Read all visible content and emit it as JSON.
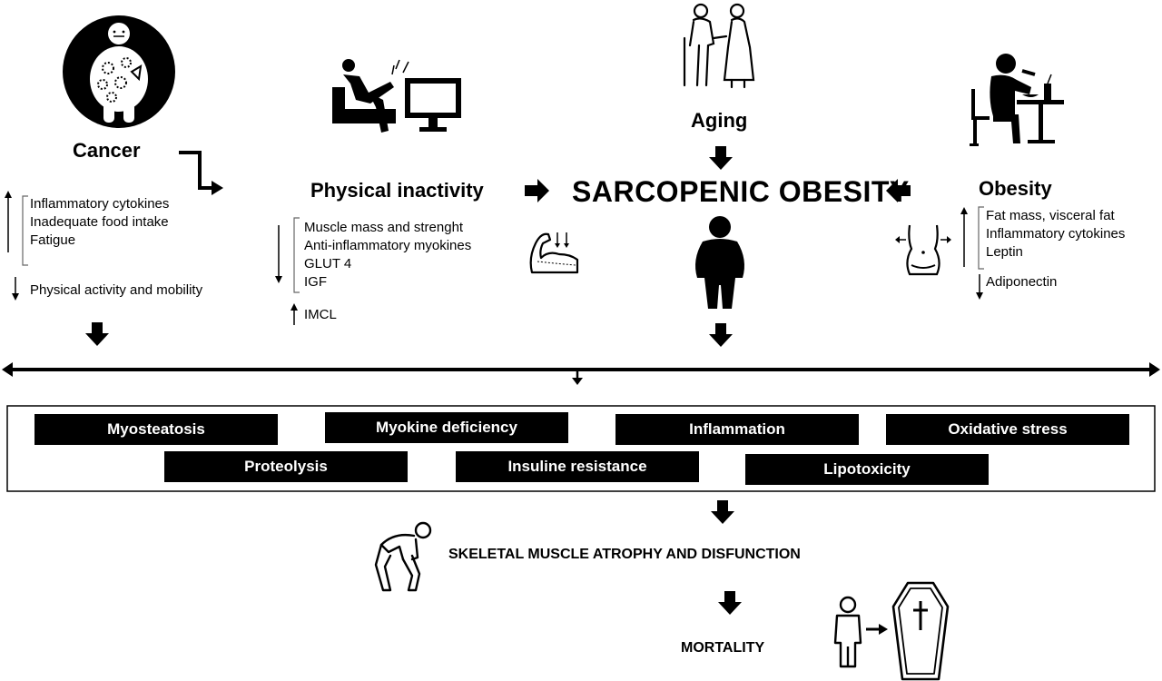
{
  "title": "SARCOPENIC OBESITY",
  "factors": {
    "cancer": {
      "label": "Cancer",
      "increased": [
        "Inflammatory cytokines",
        "Inadequate food intake",
        "Fatigue"
      ],
      "decreased": [
        "Physical activity and mobility"
      ]
    },
    "physical_inactivity": {
      "label": "Physical inactivity",
      "decreased": [
        "Muscle mass and strenght",
        "Anti-inflammatory myokines",
        "GLUT 4",
        "IGF"
      ],
      "increased": [
        "IMCL"
      ]
    },
    "aging": {
      "label": "Aging"
    },
    "obesity": {
      "label": "Obesity",
      "increased": [
        "Fat mass, visceral fat",
        "Inflammatory cytokines",
        "Leptin"
      ],
      "decreased": [
        "Adiponectin"
      ]
    }
  },
  "mechanisms": [
    "Myosteatosis",
    "Myokine deficiency",
    "Inflammation",
    "Oxidative stress",
    "Proteolysis",
    "Insuline resistance",
    "Lipotoxicity"
  ],
  "outcomes": {
    "atrophy": "SKELETAL MUSCLE ATROPHY AND DISFUNCTION",
    "mortality": "MORTALITY"
  },
  "icons": {
    "cancer": "cancer-person-icon",
    "inactivity": "couch-tv-icon",
    "aging": "elderly-couple-icon",
    "obesity": "person-eating-icon",
    "muscle": "muscle-loss-icon",
    "belly": "belly-fat-icon",
    "obese_person": "obese-person-icon",
    "fatigued": "fatigued-person-icon",
    "person": "person-icon",
    "coffin": "coffin-icon"
  }
}
